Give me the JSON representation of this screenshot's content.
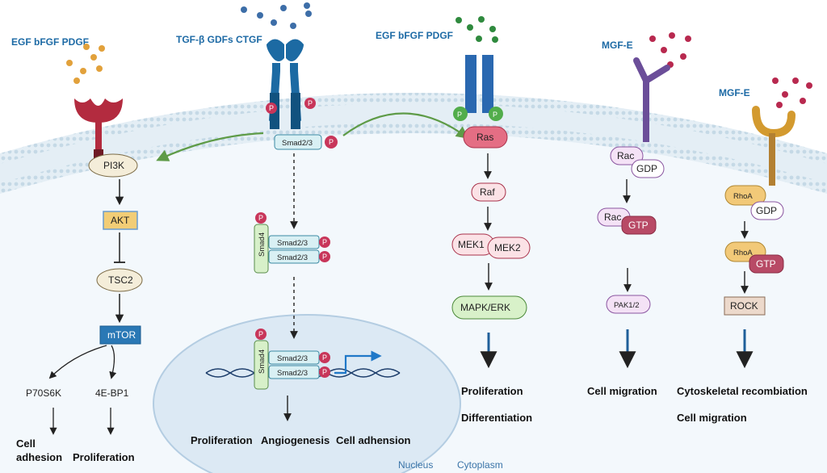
{
  "ligands": {
    "egf_left": "EGF bFGF PDGF",
    "tgf": "TGF-β  GDFs  CTGF",
    "egf_mid": "EGF bFGF PDGF",
    "mgfe_1": "MGF-E",
    "mgfe_2": "MGF-E"
  },
  "pathway_pi3k": {
    "pi3k": "PI3K",
    "akt": "AKT",
    "tsc2": "TSC2",
    "mtor": "mTOR",
    "p70s6k": "P70S6K",
    "ebp1": "4E-BP1",
    "outcome_left_1": "Cell",
    "outcome_left_2": "adhesion",
    "outcome_right": "Proliferation"
  },
  "pathway_smad": {
    "p": "P",
    "smad23": "Smad2/3",
    "smad4": "Smad4",
    "outcomes": [
      "Proliferation",
      "Angiogenesis",
      "Cell adhension"
    ]
  },
  "pathway_ras": {
    "ras": "Ras",
    "raf": "Raf",
    "mek1": "MEK1",
    "mek2": "MEK2",
    "mapk": "MAPK/ERK",
    "outcome_1": "Proliferation",
    "outcome_2": "Differentiation"
  },
  "pathway_rac": {
    "rac": "Rac",
    "gdp": "GDP",
    "gtp": "GTP",
    "pak": "PAK1/2",
    "outcome": "Cell migration"
  },
  "pathway_rho": {
    "rhoa": "RhoA",
    "gdp": "GDP",
    "gtp": "GTP",
    "rock": "ROCK",
    "outcome_1": "Cytoskeletal recombiation",
    "outcome_2": "Cell migration"
  },
  "regions": {
    "nucleus": "Nucleus",
    "cytoplasm": "Cytoplasm"
  },
  "colors": {
    "membrane": "#d6e6f0",
    "cytoplasm": "#f3f8fc",
    "nucleus": "#dce9f4",
    "arrow_blue": "#1f5f9a",
    "arrow_green": "#5e9b47",
    "phospho": "#c8365a"
  }
}
